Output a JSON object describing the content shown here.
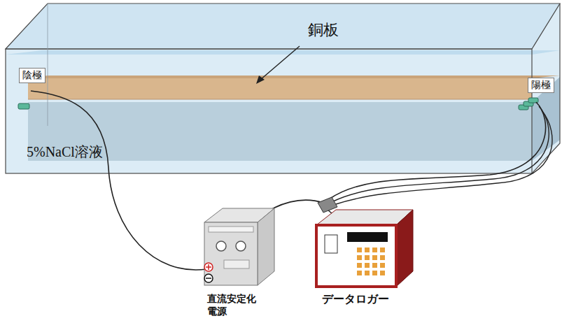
{
  "diagram": {
    "nodes": [
      {
        "text": [
          "陰極"
        ]
      },
      {
        "text": [
          "陽極"
        ]
      }
    ],
    "labels": [
      "銅板",
      "5%NaCl溶液",
      "直流安定化 電源",
      "データロガー"
    ]
  }
}
